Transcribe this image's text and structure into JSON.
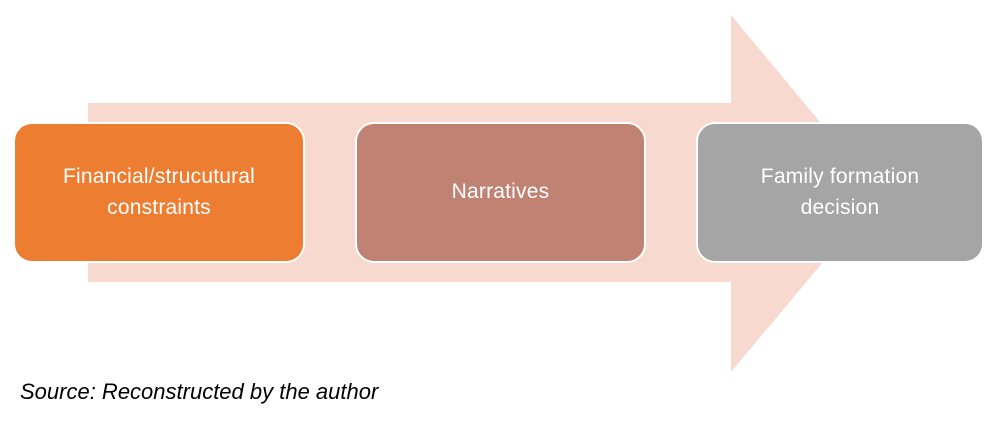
{
  "diagram": {
    "type": "process-flow-arrow",
    "background_color": "#FFFFFF",
    "arrow": {
      "name": "right-arrow",
      "fill_color": "#F7D9CF",
      "direction": "right"
    },
    "steps": [
      {
        "id": "financial",
        "label": "Financial/strucutural\nconstraints",
        "color": "#ED7D31",
        "text_color": "#FFFFFF",
        "order": 1
      },
      {
        "id": "narratives",
        "label": "Narratives",
        "color": "#C08272",
        "text_color": "#FFFFFF",
        "order": 2
      },
      {
        "id": "family",
        "label": "Family formation\ndecision",
        "color": "#A5A5A5",
        "text_color": "#FFFFFF",
        "order": 3
      }
    ]
  },
  "caption": {
    "text": "Source: Reconstructed by the author"
  }
}
